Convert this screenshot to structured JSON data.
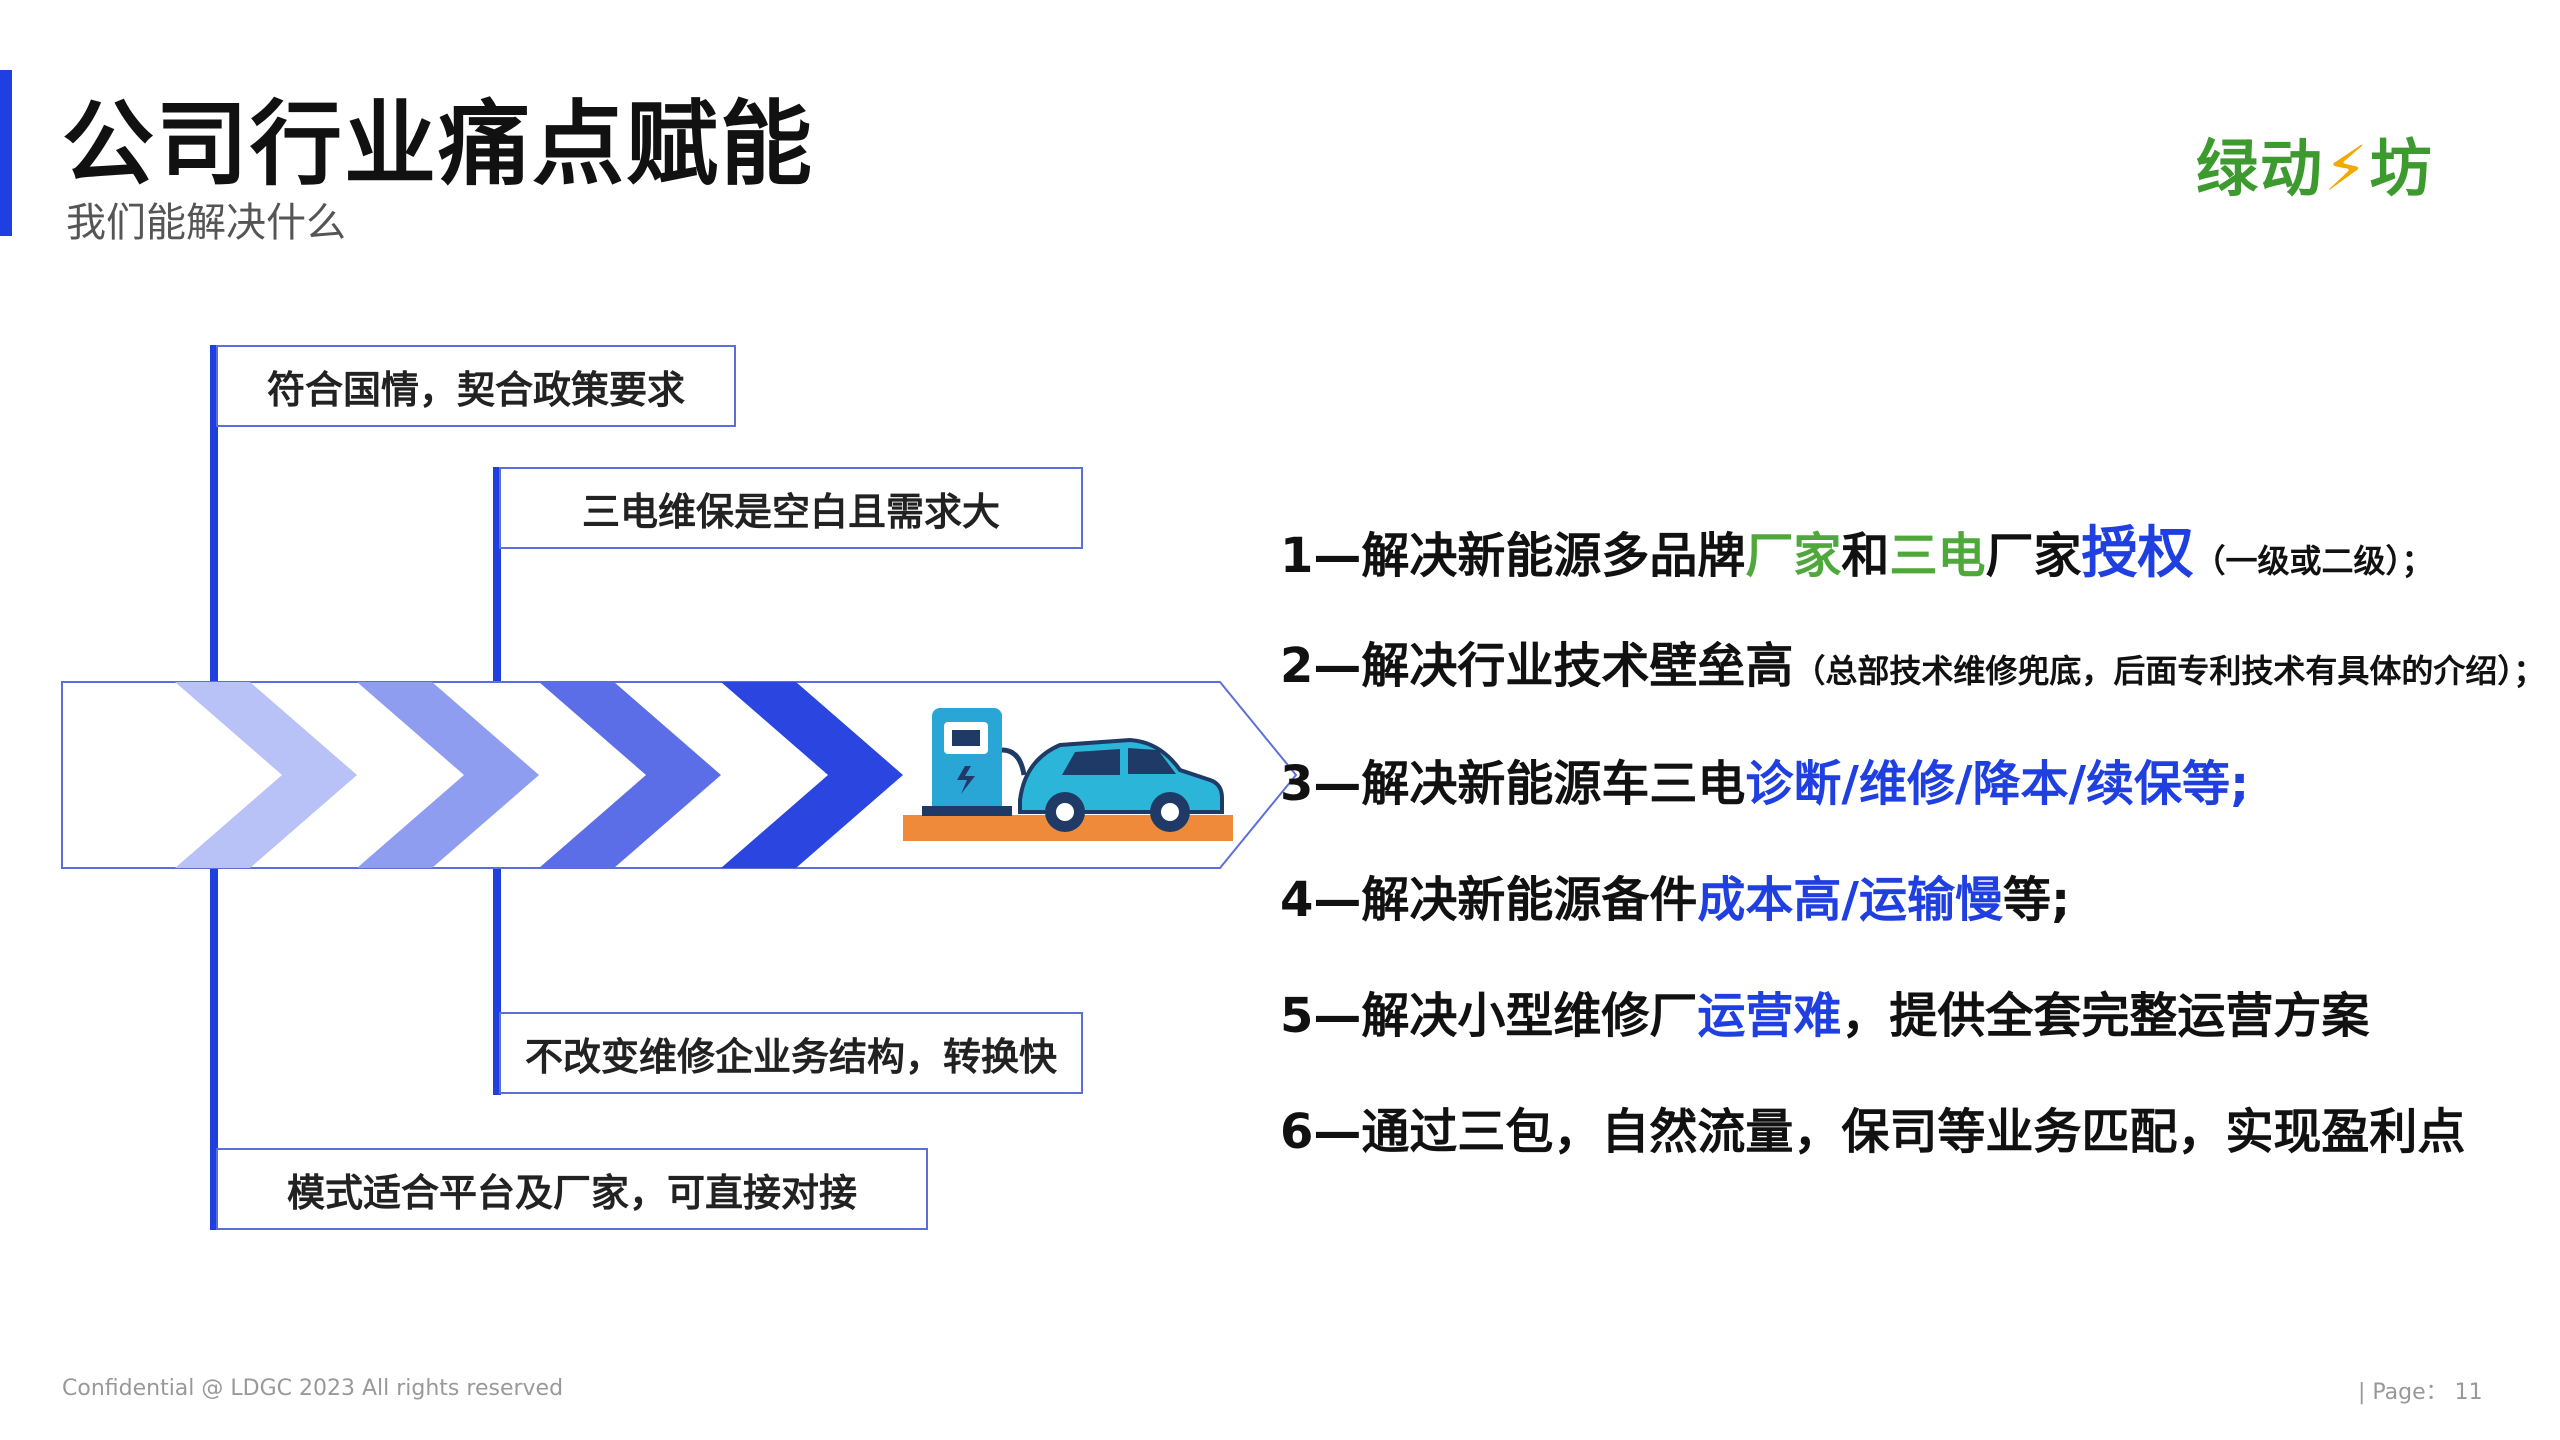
{
  "header": {
    "title": "公司行业痛点赋能",
    "subtitle": "我们能解决什么"
  },
  "logo": {
    "part1": "绿动",
    "bolt": "⚡",
    "part2": "坊"
  },
  "diagram": {
    "boxes": [
      "符合国情，契合政策要求",
      "三电维保是空白且需求大",
      "不改变维修企业务结构，转换快",
      "模式适合平台及厂家，可直接对接"
    ],
    "chevron_colors": [
      "#b8c2f7",
      "#8e9df0",
      "#5b6ee8",
      "#2b45e0"
    ],
    "icon": "ev-charging-car-icon"
  },
  "list": [
    {
      "num": "1—解决新能源多品牌",
      "parts": [
        "厂家",
        "和",
        "三电",
        "厂家",
        "授权",
        "（一级或二级）；"
      ]
    },
    {
      "num": "2—解决行业技术壁垒高",
      "note": "（总部技术维修兜底，后面专利技术有具体的介绍）；"
    },
    {
      "num": "3—解决新能源车三电",
      "highlight": "诊断/维修/降本/续保等;"
    },
    {
      "num": "4—解决新能源备件",
      "highlight": "成本高/运输慢",
      "tail": "等;"
    },
    {
      "num": "5—解决小型维修厂",
      "highlight": "运营难",
      "tail": "，提供全套完整运营方案"
    },
    {
      "num": "6—通过三包，自然流量，保司等业务匹配，实现盈利点"
    }
  ],
  "footer": {
    "left": "Confidential @ LDGC 2023 All rights reserved",
    "right": "| Page： 11"
  },
  "colors": {
    "accent": "#1f3fe0",
    "green": "#4fa83a"
  }
}
